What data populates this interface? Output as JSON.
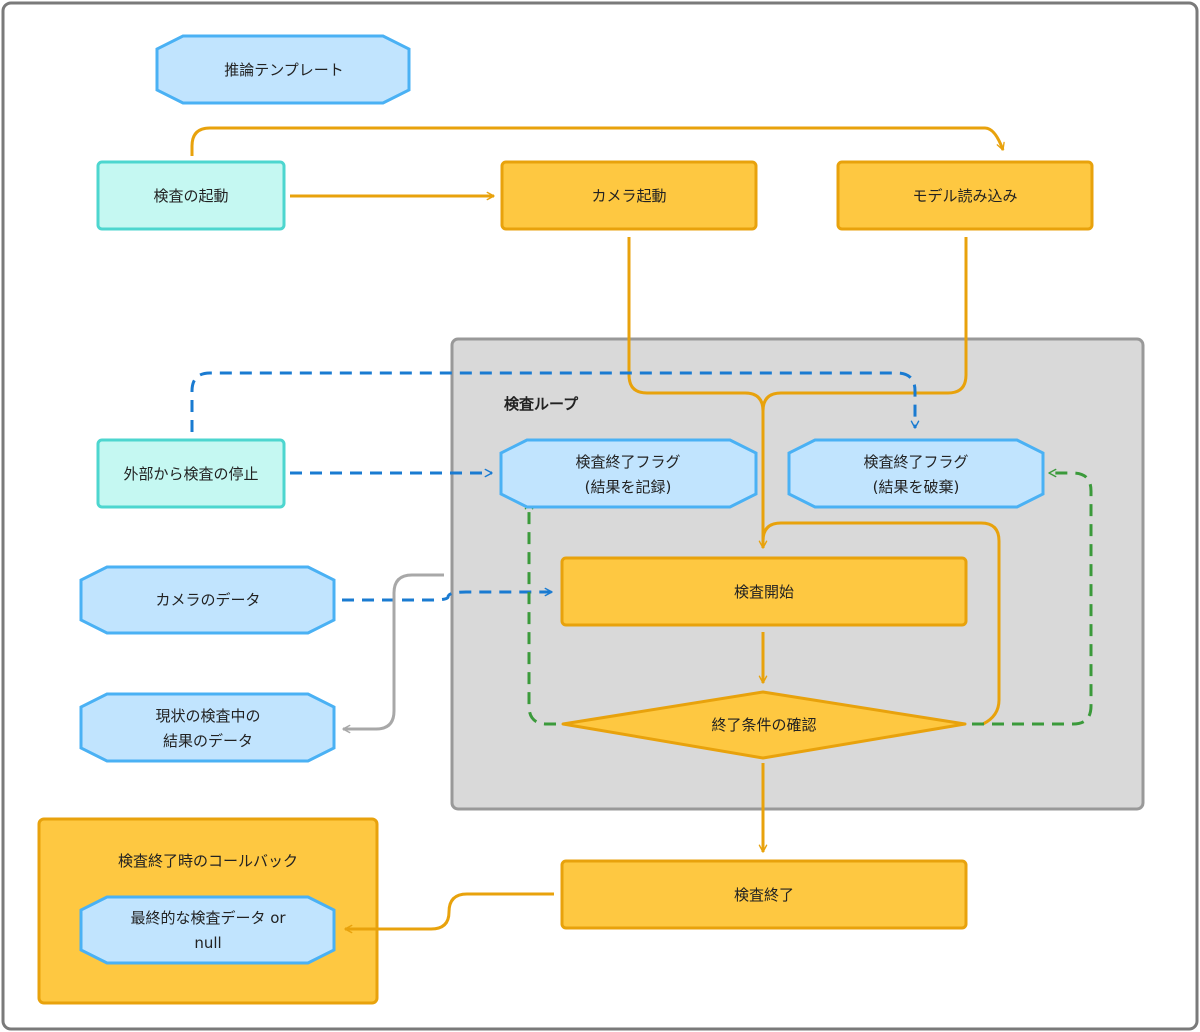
{
  "nodes": {
    "template": "推論テンプレート",
    "start_inspection": "検査の起動",
    "camera_start": "カメラ起動",
    "model_load": "モデル読み込み",
    "loop_group": "検査ループ",
    "flag_record": [
      "検査終了フラグ",
      "(結果を記録)"
    ],
    "flag_discard": [
      "検査終了フラグ",
      "(結果を破棄)"
    ],
    "external_stop": "外部から検査の停止",
    "camera_data": "カメラのデータ",
    "current_result": [
      "現状の検査中の",
      "結果のデータ"
    ],
    "inspection_begin": "検査開始",
    "end_condition": "終了条件の確認",
    "inspection_end": "検査終了",
    "callback_group": "検査終了時のコールバック",
    "final_data": [
      "最終的な検査データ or",
      "null"
    ]
  },
  "colors": {
    "orange_fill": "#fec841",
    "orange_stroke": "#e8a20c",
    "teal_fill": "#c5f8f2",
    "teal_stroke": "#4dd6cf",
    "blue_fill": "#c1e4fe",
    "blue_stroke": "#4ab1f4",
    "gray_fill": "#d9d9d9",
    "gray_stroke": "#999999",
    "blue_dash": "#1a7bd1",
    "green_dash": "#3b9a3b",
    "gray_line": "#a8a8a8"
  }
}
